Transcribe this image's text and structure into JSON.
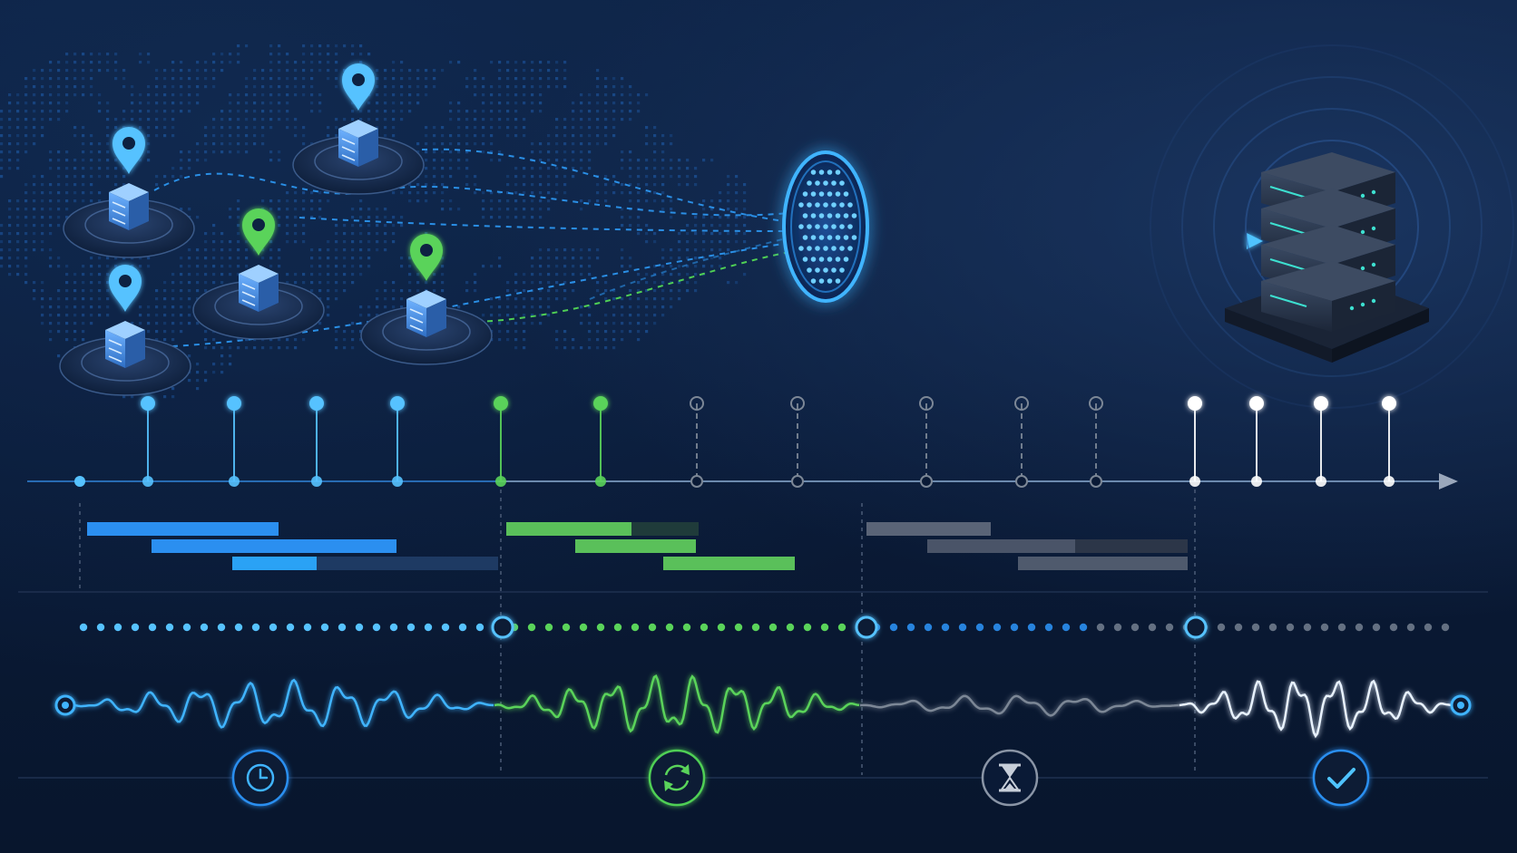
{
  "colors": {
    "background": "#0a1a36",
    "blue": "#1e9bff",
    "blue_light": "#56c2ff",
    "green": "#5ad35a",
    "gray": "#7c8796",
    "white": "#ffffff"
  },
  "sources": [
    {
      "id": "node-1",
      "pin": "blue"
    },
    {
      "id": "node-2",
      "pin": "blue"
    },
    {
      "id": "node-3",
      "pin": "green"
    },
    {
      "id": "node-4",
      "pin": "blue"
    },
    {
      "id": "node-5",
      "pin": "green"
    }
  ],
  "timeline": {
    "events": [
      {
        "state": "blue"
      },
      {
        "state": "blue"
      },
      {
        "state": "blue"
      },
      {
        "state": "blue"
      },
      {
        "state": "green"
      },
      {
        "state": "green"
      },
      {
        "state": "pending"
      },
      {
        "state": "pending"
      },
      {
        "state": "pending"
      },
      {
        "state": "pending"
      },
      {
        "state": "pending"
      },
      {
        "state": "done"
      },
      {
        "state": "done"
      },
      {
        "state": "done"
      },
      {
        "state": "done"
      }
    ]
  },
  "phases": [
    {
      "name": "scheduled",
      "color": "blue",
      "icon": "clock-icon"
    },
    {
      "name": "syncing",
      "color": "green",
      "icon": "sync-icon"
    },
    {
      "name": "waiting",
      "color": "gray",
      "icon": "hourglass-icon"
    },
    {
      "name": "complete",
      "color": "blue",
      "icon": "checkmark-icon"
    }
  ]
}
